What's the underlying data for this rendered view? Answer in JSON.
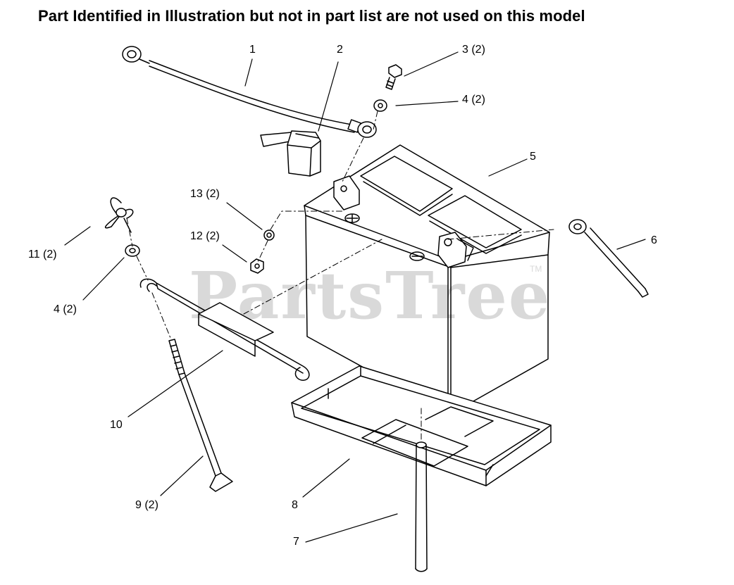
{
  "header": {
    "note": "Part Identified in Illustration but not in part list are not used on this model"
  },
  "watermark": {
    "brand": "PartsTree",
    "trademark": "TM"
  },
  "callouts": [
    {
      "id": "1",
      "text": "1"
    },
    {
      "id": "2",
      "text": "2"
    },
    {
      "id": "3",
      "text": "3 (2)"
    },
    {
      "id": "4a",
      "text": "4 (2)"
    },
    {
      "id": "5",
      "text": "5"
    },
    {
      "id": "6",
      "text": "6"
    },
    {
      "id": "7",
      "text": "7"
    },
    {
      "id": "8",
      "text": "8"
    },
    {
      "id": "9",
      "text": "9 (2)"
    },
    {
      "id": "10",
      "text": "10"
    },
    {
      "id": "11",
      "text": "11 (2)"
    },
    {
      "id": "12",
      "text": "12 (2)"
    },
    {
      "id": "13",
      "text": "13 (2)"
    },
    {
      "id": "4b",
      "text": "4 (2)"
    }
  ]
}
